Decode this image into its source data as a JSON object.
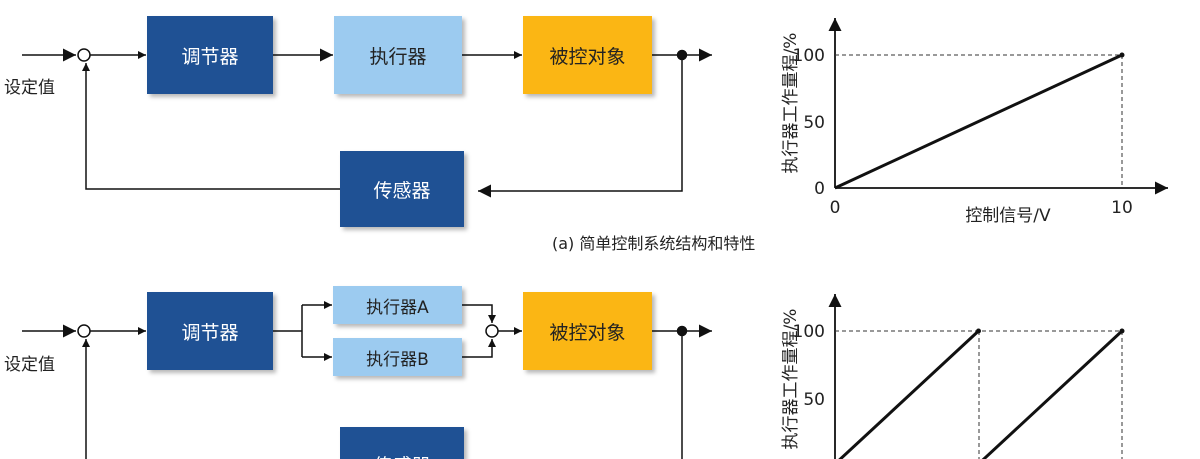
{
  "diagram_a": {
    "setpoint_label": "设定值",
    "controller": "调节器",
    "actuator": "执行器",
    "plant": "被控对象",
    "sensor": "传感器",
    "caption": "(a) 简单控制系统结构和特性"
  },
  "diagram_b": {
    "setpoint_label": "设定值",
    "controller": "调节器",
    "actuator_a": "执行器A",
    "actuator_b": "执行器B",
    "plant": "被控对象",
    "sensor": "传感器"
  },
  "chart_data": [
    {
      "type": "line",
      "xlabel": "控制信号/V",
      "ylabel": "执行器工作量程/%",
      "x_ticks": [
        "0",
        "10"
      ],
      "y_ticks": [
        "0",
        "50",
        "100"
      ],
      "xlim": [
        0,
        10
      ],
      "ylim": [
        0,
        100
      ],
      "series": [
        {
          "x": [
            0,
            10
          ],
          "y": [
            0,
            100
          ]
        }
      ]
    },
    {
      "type": "line",
      "ylabel": "执行器工作量程/%",
      "y_ticks": [
        "50",
        "100"
      ],
      "xlim": [
        0,
        10
      ],
      "ylim": [
        0,
        100
      ],
      "series": [
        {
          "x": [
            0,
            5
          ],
          "y": [
            0,
            100
          ]
        },
        {
          "x": [
            5,
            10
          ],
          "y": [
            0,
            100
          ]
        }
      ]
    }
  ]
}
